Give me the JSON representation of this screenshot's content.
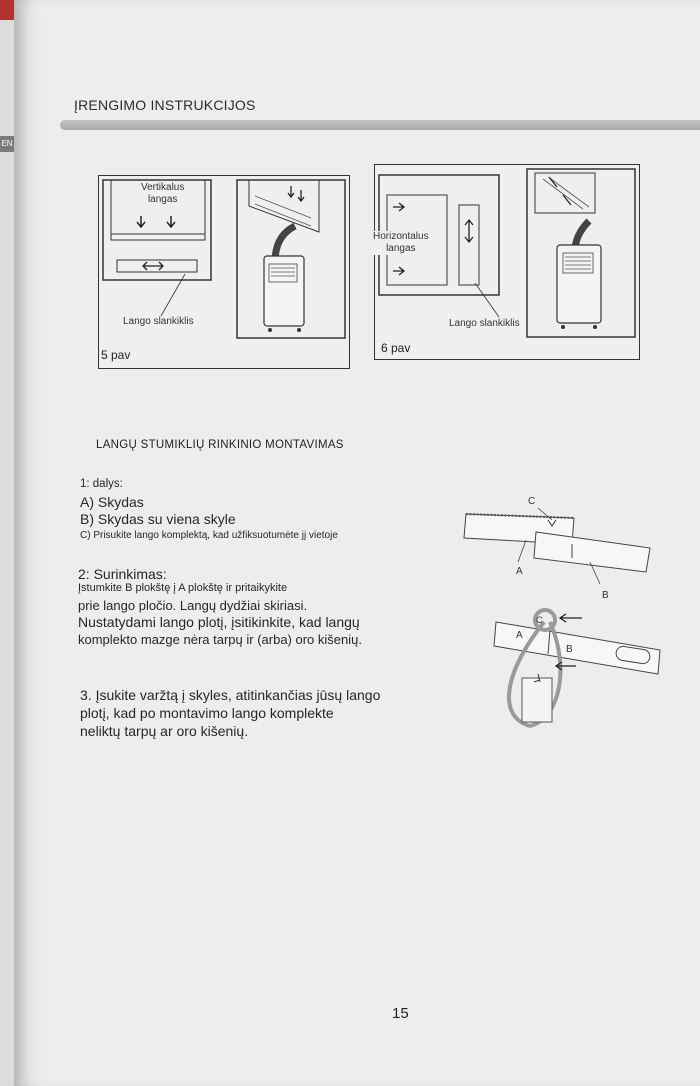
{
  "header": {
    "title": "ĮRENGIMO INSTRUKCIJOS"
  },
  "edge_tab": {
    "label": "EN"
  },
  "figures": {
    "fig5": {
      "top_label": "Vertikalus\nlangas",
      "slider_label": "Lango slankiklis",
      "caption": "5 pav"
    },
    "fig6": {
      "side_label": "Horizontalus\nlangas",
      "slider_label": "Lango slankiklis",
      "caption": "6 pav"
    }
  },
  "section": {
    "title": "LANGŲ STUMIKLIŲ RINKINIO MONTAVIMAS",
    "step1": {
      "heading": "1: dalys:",
      "item_a": "A) Skydas",
      "item_b": "B) Skydas su viena skyle",
      "item_c": "C) Prisukite lango komplektą, kad užfiksuotumėte jį vietoje"
    },
    "step2": {
      "heading": "2: Surinkimas:",
      "line1": "Įstumkite B plokštę į A plokštę ir pritaikykite",
      "line2": "prie lango pločio. Langų dydžiai skiriasi.",
      "line3": "Nustatydami lango plotį, įsitikinkite, kad langų",
      "line4": "komplekto mazge nėra tarpų ir (arba) oro kišenių."
    },
    "step3": {
      "line1": "3. Įsukite varžtą į skyles, atitinkančias jūsų lango",
      "line2": "plotį, kad po montavimo lango komplekte",
      "line3": "neliktų tarpų ar oro kišenių."
    }
  },
  "diagram_labels": {
    "a": "A",
    "b": "B",
    "c": "C"
  },
  "page_number": "15"
}
